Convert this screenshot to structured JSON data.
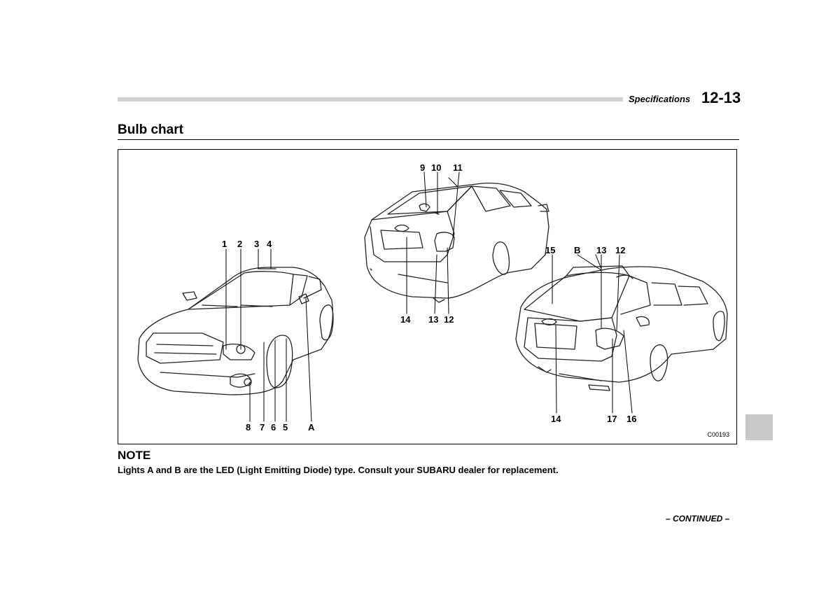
{
  "header": {
    "section_name": "Specifications",
    "page_number": "12-13"
  },
  "page_title": "Bulb chart",
  "figure": {
    "code": "C00193",
    "callouts": {
      "c1": "1",
      "c2": "2",
      "c3": "3",
      "c4": "4",
      "c5": "5",
      "c6": "6",
      "c7": "7",
      "c8": "8",
      "cA": "A",
      "c9": "9",
      "c10": "10",
      "c11": "11",
      "c14a": "14",
      "c13a": "13",
      "c12a": "12",
      "c15": "15",
      "cB": "B",
      "c13b": "13",
      "c12b": "12",
      "c14b": "14",
      "c17": "17",
      "c16": "16"
    }
  },
  "note": {
    "heading": "NOTE",
    "text": "Lights A and B are the LED (Light Emitting Diode) type. Consult your SUBARU dealer for replacement."
  },
  "footer": {
    "continued": "– CONTINUED –"
  }
}
